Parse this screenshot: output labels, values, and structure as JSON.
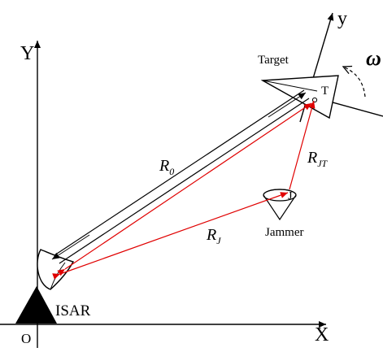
{
  "axes": {
    "x_label": "X",
    "y_label": "Y",
    "origin_label": "O",
    "target_axis_label": "y"
  },
  "labels": {
    "target": "Target",
    "target_letter": "T",
    "jammer": "Jammer",
    "jammer_letter": "J",
    "isar": "ISAR",
    "rotation_symbol": "ω"
  },
  "ranges": {
    "r0": {
      "base": "R",
      "sub": "0"
    },
    "rj": {
      "base": "R",
      "sub": "J"
    },
    "rjt": {
      "base": "R",
      "sub": "JT"
    }
  },
  "colors": {
    "signal_path": "#e00000",
    "outline": "#000000"
  }
}
